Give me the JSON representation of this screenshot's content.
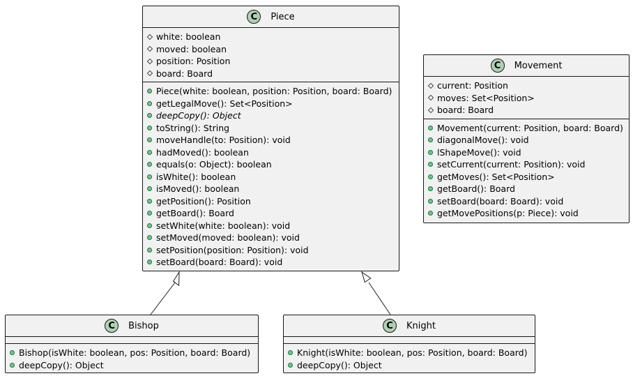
{
  "colors": {
    "class_fill": "#f1f1f1",
    "border": "#181818",
    "class_icon": "#add1b2",
    "public_marker": "#84be84"
  },
  "classes": {
    "piece": {
      "icon": "C",
      "name": "Piece",
      "fields": [
        {
          "vis": "protected",
          "text": "white: boolean"
        },
        {
          "vis": "protected",
          "text": "moved: boolean"
        },
        {
          "vis": "protected",
          "text": "position: Position"
        },
        {
          "vis": "protected",
          "text": "board: Board"
        }
      ],
      "methods": [
        {
          "vis": "public",
          "text": "Piece(white: boolean, position: Position, board: Board)"
        },
        {
          "vis": "public",
          "text": "getLegalMove(): Set<Position>"
        },
        {
          "vis": "public",
          "text": "deepCopy(): Object",
          "abstract": true
        },
        {
          "vis": "public",
          "text": "toString(): String"
        },
        {
          "vis": "public",
          "text": "moveHandle(to: Position): void"
        },
        {
          "vis": "public",
          "text": "hadMoved(): boolean"
        },
        {
          "vis": "public",
          "text": "equals(o: Object): boolean"
        },
        {
          "vis": "public",
          "text": "isWhite(): boolean"
        },
        {
          "vis": "public",
          "text": "isMoved(): boolean"
        },
        {
          "vis": "public",
          "text": "getPosition(): Position"
        },
        {
          "vis": "public",
          "text": "getBoard(): Board"
        },
        {
          "vis": "public",
          "text": "setWhite(white: boolean): void"
        },
        {
          "vis": "public",
          "text": "setMoved(moved: boolean): void"
        },
        {
          "vis": "public",
          "text": "setPosition(position: Position): void"
        },
        {
          "vis": "public",
          "text": "setBoard(board: Board): void"
        }
      ]
    },
    "movement": {
      "icon": "C",
      "name": "Movement",
      "fields": [
        {
          "vis": "protected",
          "text": "current: Position"
        },
        {
          "vis": "protected",
          "text": "moves: Set<Position>"
        },
        {
          "vis": "protected",
          "text": "board: Board"
        }
      ],
      "methods": [
        {
          "vis": "public",
          "text": "Movement(current: Position, board: Board)"
        },
        {
          "vis": "public",
          "text": "diagonalMove(): void"
        },
        {
          "vis": "public",
          "text": "lShapeMove(): void"
        },
        {
          "vis": "public",
          "text": "setCurrent(current: Position): void"
        },
        {
          "vis": "public",
          "text": "getMoves(): Set<Position>"
        },
        {
          "vis": "public",
          "text": "getBoard(): Board"
        },
        {
          "vis": "public",
          "text": "setBoard(board: Board): void"
        },
        {
          "vis": "public",
          "text": "getMovePositions(p: Piece): void"
        }
      ]
    },
    "bishop": {
      "icon": "C",
      "name": "Bishop",
      "fields": [],
      "methods": [
        {
          "vis": "public",
          "text": "Bishop(isWhite: boolean, pos: Position, board: Board)"
        },
        {
          "vis": "public",
          "text": "deepCopy(): Object"
        }
      ]
    },
    "knight": {
      "icon": "C",
      "name": "Knight",
      "fields": [],
      "methods": [
        {
          "vis": "public",
          "text": "Knight(isWhite: boolean, pos: Position, board: Board)"
        },
        {
          "vis": "public",
          "text": "deepCopy(): Object"
        }
      ]
    }
  },
  "relations": [
    {
      "type": "inheritance",
      "from": "Bishop",
      "to": "Piece"
    },
    {
      "type": "inheritance",
      "from": "Knight",
      "to": "Piece"
    }
  ]
}
